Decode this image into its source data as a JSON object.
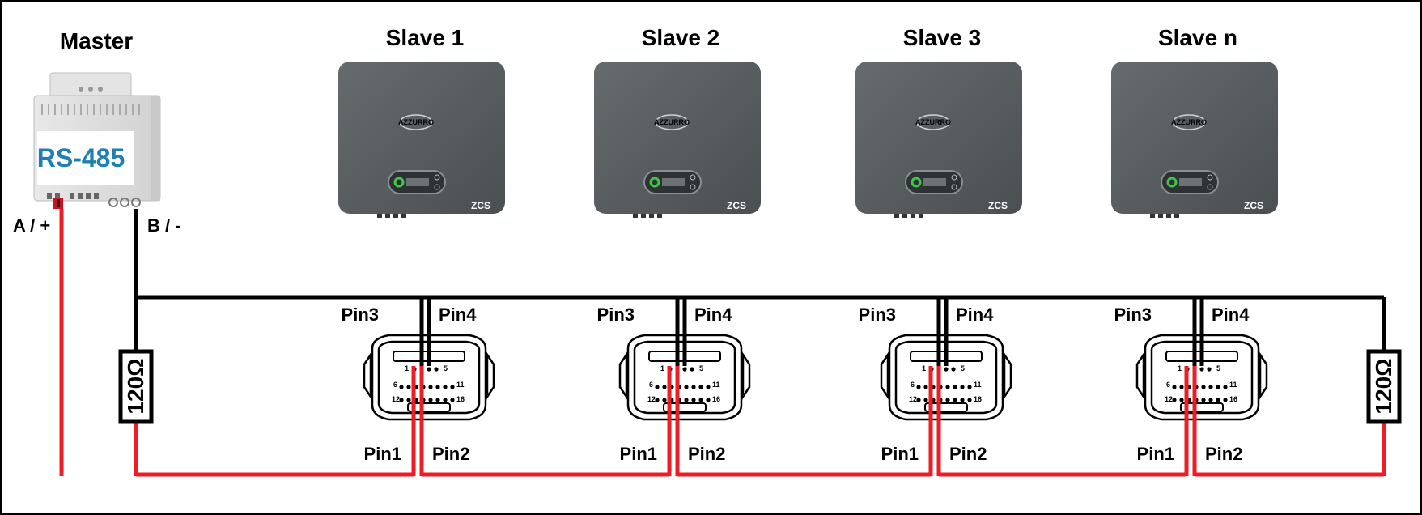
{
  "master": {
    "title": "Master",
    "device_label": "RS-485",
    "terminal_a_label": "A / +",
    "terminal_b_label": "B / -"
  },
  "slaves": [
    {
      "title": "Slave 1",
      "brand_logo": "AZZURRO",
      "badge": "ZCS"
    },
    {
      "title": "Slave 2",
      "brand_logo": "AZZURRO",
      "badge": "ZCS"
    },
    {
      "title": "Slave 3",
      "brand_logo": "AZZURRO",
      "badge": "ZCS"
    },
    {
      "title": "Slave n",
      "brand_logo": "AZZURRO",
      "badge": "ZCS"
    }
  ],
  "connector": {
    "pin1_label": "Pin1",
    "pin2_label": "Pin2",
    "pin3_label": "Pin3",
    "pin4_label": "Pin4",
    "contact_numbers": [
      "1",
      "5",
      "6",
      "11",
      "12",
      "16"
    ]
  },
  "termination_resistors": {
    "left_label": "120Ω",
    "right_label": "120Ω"
  },
  "colors": {
    "wire_a": "#ee1c25",
    "wire_b": "#000000",
    "inverter_body": "#5a5f62",
    "master_label": "#1f7fb0"
  }
}
